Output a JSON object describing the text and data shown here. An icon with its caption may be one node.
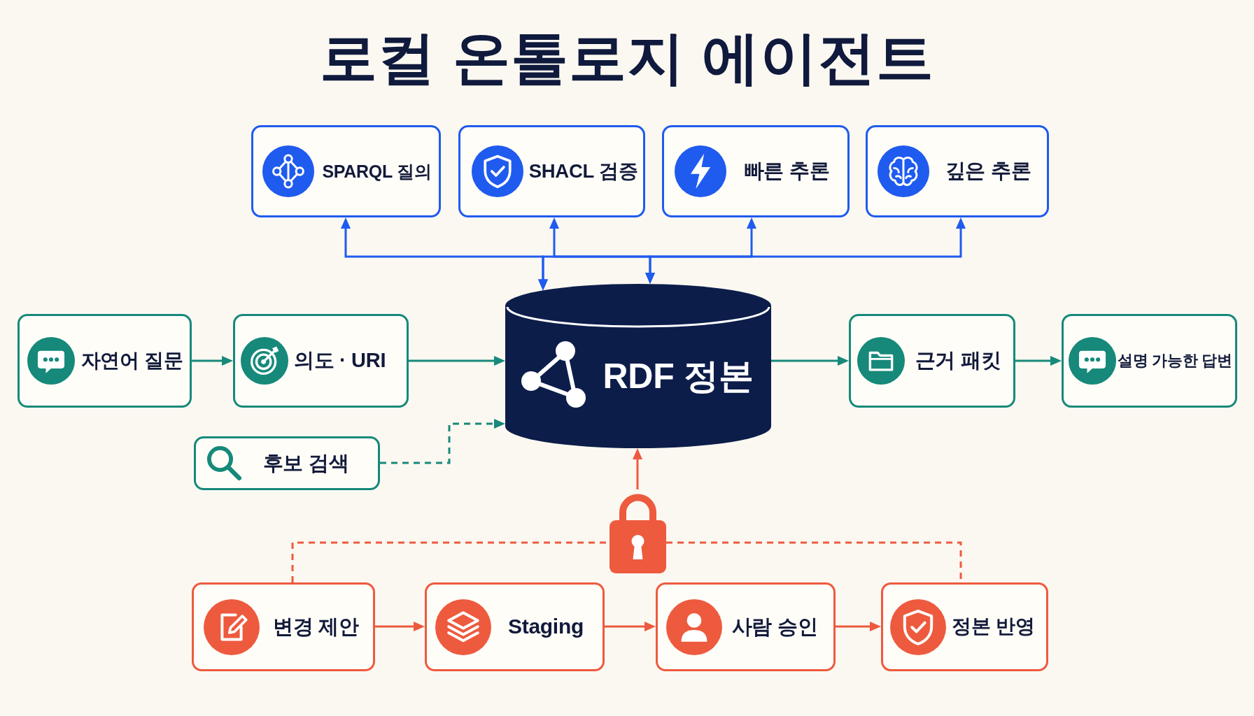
{
  "diagram": {
    "title": "로컬 온톨로지 에이전트",
    "nodes": [
      {
        "text": [
          "SPARQL 질의"
        ]
      },
      {
        "text": [
          "SHACL 검증"
        ]
      },
      {
        "text": [
          "빠른 추론"
        ]
      },
      {
        "text": [
          "깊은 추론"
        ]
      },
      {
        "text": [
          "자연어 질문"
        ]
      },
      {
        "text": [
          "의도 · URI"
        ]
      },
      {
        "text": [
          "RDF 정본"
        ]
      },
      {
        "text": [
          "근거 패킷"
        ]
      },
      {
        "text": [
          "설명 가능한 답변"
        ]
      },
      {
        "text": [
          "후보 검색"
        ]
      },
      {
        "text": [],
        "shape": "picture"
      },
      {
        "text": [
          "변경 제안"
        ]
      },
      {
        "text": [
          "Staging"
        ]
      },
      {
        "text": [
          "사람 승인"
        ]
      },
      {
        "text": [
          "정본 반영"
        ]
      }
    ],
    "edges": [
      {
        "from": 6,
        "to": 0,
        "arrow": "both",
        "color": "#1f5bee"
      },
      {
        "from": 6,
        "to": 1,
        "arrow": "both",
        "color": "#1f5bee"
      },
      {
        "from": 6,
        "to": 2,
        "arrow": "both",
        "color": "#1f5bee"
      },
      {
        "from": 6,
        "to": 3,
        "arrow": "both",
        "color": "#1f5bee"
      },
      {
        "from": 4,
        "to": 5,
        "arrow": "to",
        "color": "#16897a"
      },
      {
        "from": 5,
        "to": 6,
        "arrow": "to",
        "color": "#16897a"
      },
      {
        "from": 9,
        "to": 6,
        "arrow": "to",
        "style": "dashed",
        "color": "#16897a"
      },
      {
        "from": 6,
        "to": 7,
        "arrow": "to",
        "color": "#16897a"
      },
      {
        "from": 7,
        "to": 8,
        "arrow": "to",
        "color": "#16897a"
      },
      {
        "from": 11,
        "to": 10,
        "arrow": "none",
        "style": "dashed",
        "color": "#ee5a3e"
      },
      {
        "from": 10,
        "to": 14,
        "arrow": "none",
        "style": "dashed",
        "color": "#ee5a3e"
      },
      {
        "from": 10,
        "to": 6,
        "arrow": "to",
        "color": "#ee5a3e"
      },
      {
        "from": 11,
        "to": 12,
        "arrow": "to",
        "color": "#ee5a3e"
      },
      {
        "from": 12,
        "to": 13,
        "arrow": "to",
        "color": "#ee5a3e"
      },
      {
        "from": 13,
        "to": 14,
        "arrow": "to",
        "color": "#ee5a3e"
      }
    ]
  }
}
